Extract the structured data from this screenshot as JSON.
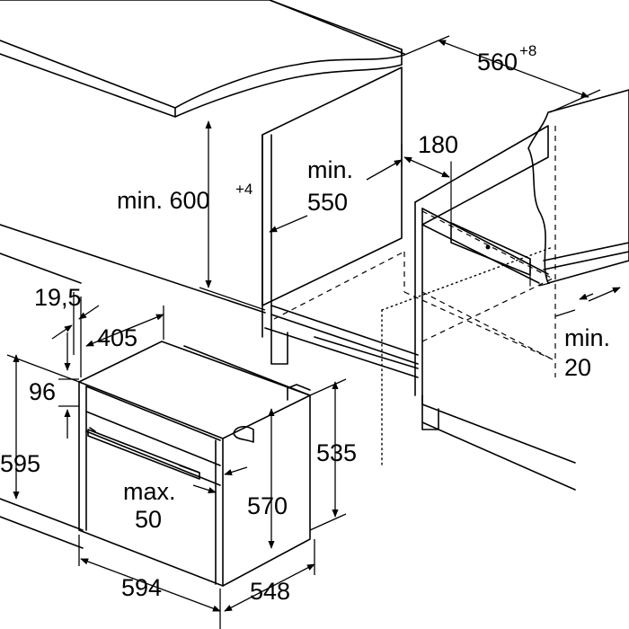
{
  "labels": {
    "width_560": "560",
    "width_560_tol": "+8",
    "height_600_min": "min. 600",
    "height_600_tol": "+4",
    "depth_550_min": "min.",
    "depth_550_val": "550",
    "vent_180": "180",
    "gap_20_min": "min.",
    "gap_20_val": "20",
    "offset_19_5": "19,5",
    "width_405": "405",
    "depth_96": "96",
    "height_595": "595",
    "height_535": "535",
    "max_50_a": "max.",
    "max_50_b": "50",
    "height_570": "570",
    "width_594": "594",
    "depth_548": "548"
  }
}
